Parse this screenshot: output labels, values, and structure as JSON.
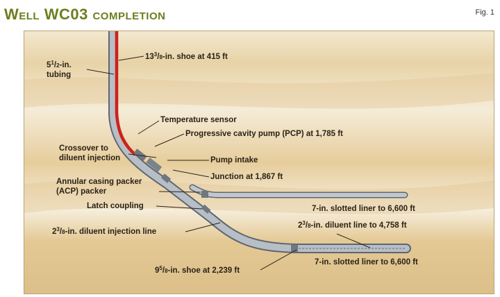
{
  "title": "Well WC03 completion",
  "figure_label": "Fig. 1",
  "labels": {
    "tubing_a": "5",
    "tubing_sup": "1",
    "tubing_slash": "/",
    "tubing_sub": "2",
    "tubing_b": "-in.",
    "tubing_c": "tubing",
    "shoe13_a": "13",
    "shoe13_sup": "3",
    "shoe13_slash": "/",
    "shoe13_sub": "8",
    "shoe13_b": "-in. shoe at 415 ft",
    "temperature_sensor": "Temperature sensor",
    "pcp": "Progressive cavity pump (PCP) at 1,785 ft",
    "crossover_a": "Crossover to",
    "crossover_b": "diluent injection",
    "pump_intake": "Pump intake",
    "junction": "Junction at 1,867 ft",
    "acp_a": "Annular casing packer",
    "acp_b": "(ACP) packer",
    "latch_coupling": "Latch coupling",
    "liner_upper": "7-in. slotted liner to 6,600 ft",
    "diluent_inj_a": "2",
    "diluent_inj_sup": "3",
    "diluent_inj_slash": "/",
    "diluent_inj_sub": "8",
    "diluent_inj_b": "-in. diluent injection line",
    "diluent_line_a": "2",
    "diluent_line_sup": "3",
    "diluent_line_slash": "/",
    "diluent_line_sub": "8",
    "diluent_line_b": "-in. diluent line to 4,758 ft",
    "shoe9_a": "9",
    "shoe9_sup": "5",
    "shoe9_slash": "/",
    "shoe9_sub": "8",
    "shoe9_b": "-in. shoe at 2,239 ft",
    "liner_lower": "7-in. slotted liner to 6,600 ft"
  },
  "colors": {
    "title": "#6b7f1e",
    "sand_light": "#f4ead3",
    "sand_mid": "#e9d5ac",
    "sand_dark": "#dfc291",
    "pipe": "#a9b0b8",
    "pipe_edge": "#5e6670",
    "tubing_red": "#d0201a"
  }
}
